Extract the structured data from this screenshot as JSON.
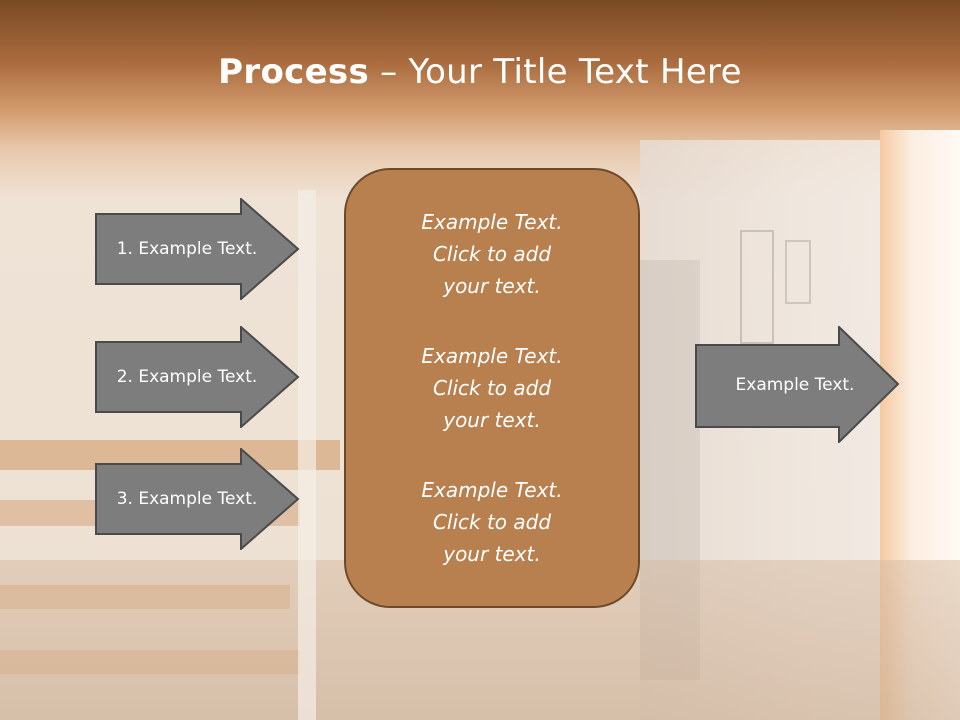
{
  "slide": {
    "title_bold": "Process",
    "title_rest": " – Your Title Text Here",
    "left_arrows": [
      {
        "label": "1. Example Text."
      },
      {
        "label": "2. Example Text."
      },
      {
        "label": "3. Example Text."
      }
    ],
    "center_blocks": [
      {
        "text": "Example Text.\nClick  to add\nyour text."
      },
      {
        "text": "Example Text.\nClick  to add\nyour text."
      },
      {
        "text": "Example Text.\nClick  to add\nyour text."
      }
    ],
    "right_arrow": {
      "label": "Example Text."
    }
  },
  "colors": {
    "arrow_fill": "#7d7d7d",
    "arrow_stroke": "#4a4a4a",
    "box_fill": "#b8804f",
    "box_stroke": "#6e4a2a",
    "title_bar": "#8a5a30"
  }
}
